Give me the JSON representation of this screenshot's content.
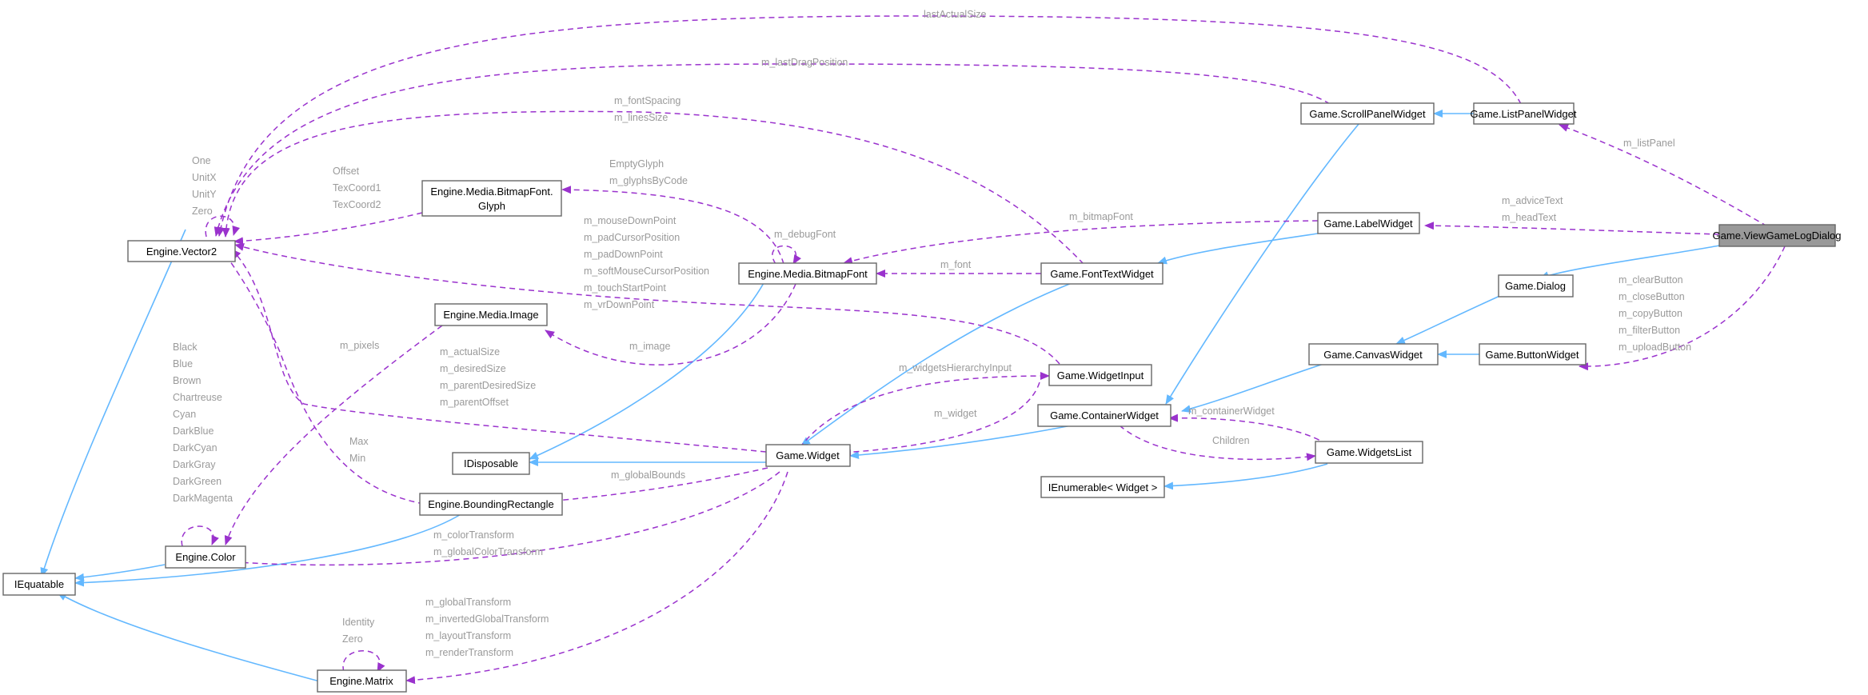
{
  "nodes": {
    "view_game_log_dialog": "Game.ViewGameLogDialog",
    "list_panel_widget": "Game.ListPanelWidget",
    "scroll_panel_widget": "Game.ScrollPanelWidget",
    "label_widget": "Game.LabelWidget",
    "dialog": "Game.Dialog",
    "canvas_widget": "Game.CanvasWidget",
    "button_widget": "Game.ButtonWidget",
    "font_text_widget": "Game.FontTextWidget",
    "container_widget": "Game.ContainerWidget",
    "widget_input": "Game.WidgetInput",
    "widgets_list": "Game.WidgetsList",
    "widget": "Game.Widget",
    "ienumerable_widget": "IEnumerable< Widget >",
    "bitmap_font": "Engine.Media.BitmapFont",
    "glyph_line1": "Engine.Media.BitmapFont.",
    "glyph_line2": "Glyph",
    "media_image": "Engine.Media.Image",
    "idisposable": "IDisposable",
    "bounding_rectangle": "Engine.BoundingRectangle",
    "vector2": "Engine.Vector2",
    "color": "Engine.Color",
    "iequatable": "IEquatable",
    "matrix": "Engine.Matrix"
  },
  "labels": {
    "last_actual_size": "lastActualSize",
    "last_drag_position": "m_lastDragPosition",
    "font_spacing": "m_fontSpacing",
    "lines_size": "m_linesSize",
    "list_panel": "m_listPanel",
    "advice_text": "m_adviceText",
    "head_text": "m_headText",
    "bitmap_font_field": "m_bitmapFont",
    "font_field": "m_font",
    "clear_button": "m_clearButton",
    "close_button": "m_closeButton",
    "copy_button": "m_copyButton",
    "filter_button": "m_filterButton",
    "upload_button": "m_uploadButton",
    "empty_glyph": "EmptyGlyph",
    "glyphs_by_code": "m_glyphsByCode",
    "debug_font": "m_debugFont",
    "one": "One",
    "unit_x": "UnitX",
    "unit_y": "UnitY",
    "zero_v": "Zero",
    "offset": "Offset",
    "tex_coord1": "TexCoord1",
    "tex_coord2": "TexCoord2",
    "mouse_down_point": "m_mouseDownPoint",
    "pad_cursor_position": "m_padCursorPosition",
    "pad_down_point": "m_padDownPoint",
    "soft_mouse_cursor_position": "m_softMouseCursorPosition",
    "touch_start_point": "m_touchStartPoint",
    "vr_down_point": "m_vrDownPoint",
    "image_field": "m_image",
    "pixels": "m_pixels",
    "actual_size": "m_actualSize",
    "desired_size": "m_desiredSize",
    "parent_desired_size": "m_parentDesiredSize",
    "parent_offset": "m_parentOffset",
    "widgets_hierarchy_input": "m_widgetsHierarchyInput",
    "widget_field": "m_widget",
    "container_widget_field": "m_containerWidget",
    "children": "Children",
    "max": "Max",
    "min": "Min",
    "global_bounds": "m_globalBounds",
    "color_transform": "m_colorTransform",
    "global_color_transform": "m_globalColorTransform",
    "black": "Black",
    "blue": "Blue",
    "brown": "Brown",
    "chartreuse": "Chartreuse",
    "cyan": "Cyan",
    "dark_blue": "DarkBlue",
    "dark_cyan": "DarkCyan",
    "dark_gray": "DarkGray",
    "dark_green": "DarkGreen",
    "dark_magenta": "DarkMagenta",
    "identity": "Identity",
    "zero_m": "Zero",
    "global_transform": "m_globalTransform",
    "inverted_global_transform": "m_invertedGlobalTransform",
    "layout_transform": "m_layoutTransform",
    "render_transform": "m_renderTransform"
  },
  "colors": {
    "inheritance_edge": "#63b8ff",
    "usage_edge": "#9a32cd",
    "node_border": "#666666",
    "focus_node_fill": "#999999",
    "edge_label": "#9a9a9a"
  }
}
